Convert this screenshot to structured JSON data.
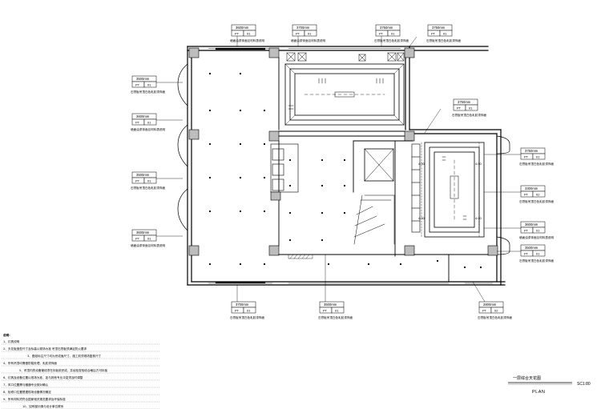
{
  "tags": [
    {
      "id": "t1",
      "dim": "3600mm",
      "code": "PT",
      "num": "01",
      "note": "墙面油漆饰面见材料表说明"
    },
    {
      "id": "t2",
      "dim": "3700mm",
      "code": "PT",
      "num": "01",
      "note": "墙面油漆饰面见材料表说明"
    },
    {
      "id": "t3",
      "dim": "3750mm",
      "code": "PT",
      "num": "01",
      "note": "石膏板吊顶白色乳胶漆饰面"
    },
    {
      "id": "t4",
      "dim": "3750mm",
      "code": "PT",
      "num": "01",
      "note": "石膏板吊顶白色乳胶漆饰面"
    },
    {
      "id": "t5",
      "dim": "3500mm",
      "code": "PT",
      "num": "01",
      "note": "石膏板吊顶白色乳胶漆饰面"
    },
    {
      "id": "t6",
      "dim": "3600mm",
      "code": "PT",
      "num": "01",
      "note": "墙面油漆饰面见材料表说明"
    },
    {
      "id": "t7",
      "dim": "3500mm",
      "code": "PT",
      "num": "01",
      "note": "石膏板吊顶白色乳胶漆饰面"
    },
    {
      "id": "t8",
      "dim": "3600mm",
      "code": "PT",
      "num": "01",
      "note": "墙面油漆饰面见材料表说明"
    },
    {
      "id": "t9",
      "dim": "3700mm",
      "code": "PT",
      "num": "01",
      "note": "石膏板吊顶白色乳胶漆饰面"
    },
    {
      "id": "t10",
      "dim": "3500mm",
      "code": "PT",
      "num": "01",
      "note": "石膏板吊顶白色乳胶漆饰面"
    },
    {
      "id": "t11",
      "dim": "3750mm",
      "code": "PT",
      "num": "01",
      "note": "石膏板吊顶白色乳胶漆饰面"
    },
    {
      "id": "t12",
      "dim": "3750mm",
      "code": "PT",
      "num": "01",
      "note": "石膏板吊顶白色乳胶漆饰面"
    },
    {
      "id": "t13",
      "dim": "3300mm",
      "code": "PT",
      "num": "02",
      "note": "石膏板吊顶白色乳胶漆饰面"
    },
    {
      "id": "t14",
      "dim": "3600mm",
      "code": "PT",
      "num": "01",
      "note": "墙面油漆饰面见材料表说明"
    },
    {
      "id": "t15",
      "dim": "3500mm",
      "code": "PT",
      "num": "01",
      "note": "石膏板吊顶白色乳胶漆饰面"
    },
    {
      "id": "t16",
      "dim": "2800mm",
      "code": "PT",
      "num": "02",
      "note": "石膏板吊顶白色乳胶漆饰面"
    }
  ],
  "levels": [
    "4.00",
    "4.00",
    "4.00",
    "4.00"
  ],
  "notes": {
    "heading": "说明：",
    "lines": [
      "1、灯具说明",
      "2、天花板造型尺寸及标高以现场为准 吊顶石膏板须满足防火要求",
      "3、图纸标注尺寸均为完成面尺寸，施工前须现场复核尺寸",
      "4、所有吊顶均需做防裂处理，乳胶漆饰面",
      "5、吊顶内的设备管线须在封板前完成，并经检查验收合格后方可封板",
      "6、灯具及设备位置以现场为准，如与其他专业冲突须及时调整",
      "7、风口位置需与暖通专业核对确认",
      "8、检修口位置根据现场设备情况确定",
      "9、所有材料须符合国家相关规范要求及环保标准",
      "10、如有疑问请与设计单位联系"
    ]
  },
  "title": {
    "main": "一层综合天花图",
    "sub": "PLAN",
    "scale": "SC1:80"
  }
}
